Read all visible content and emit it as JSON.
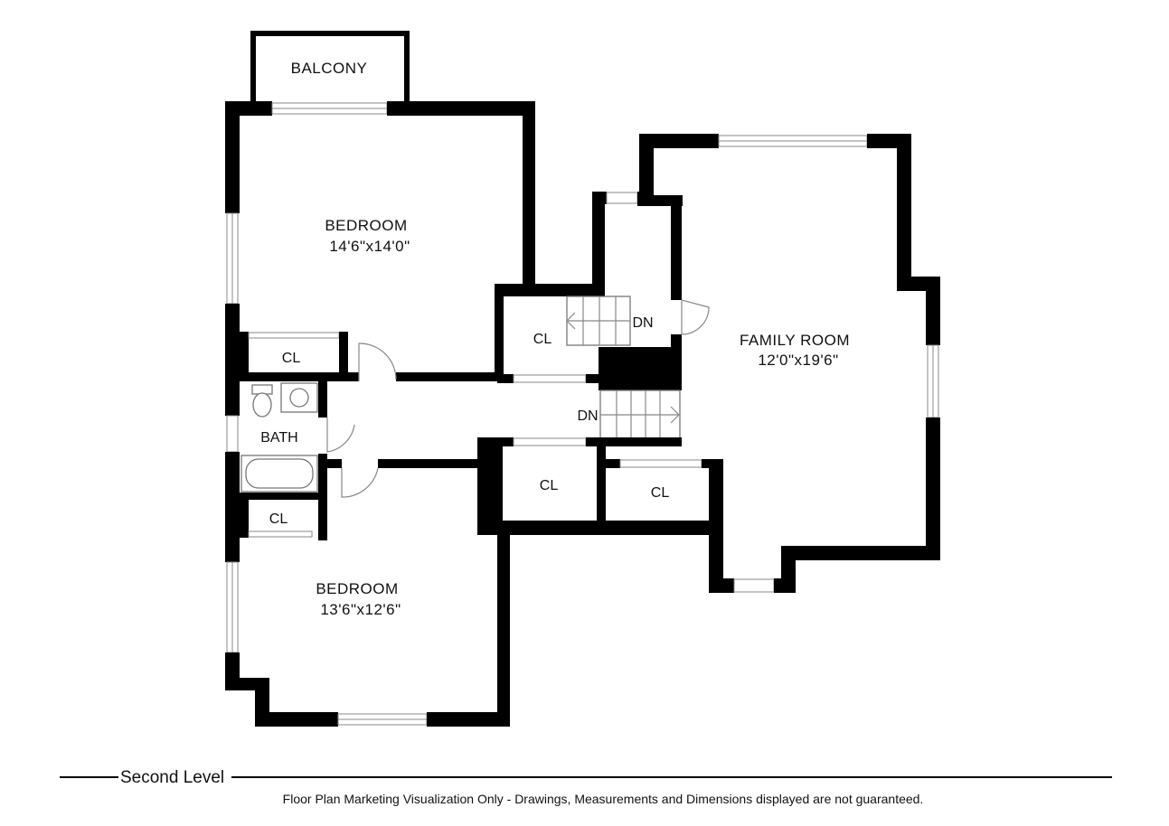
{
  "rooms": {
    "balcony": {
      "name": "BALCONY"
    },
    "bedroom_top": {
      "name": "BEDROOM",
      "size": "14'6\"x14'0\""
    },
    "bedroom_bottom": {
      "name": "BEDROOM",
      "size": "13'6\"x12'6\""
    },
    "family_room": {
      "name": "FAMILY ROOM",
      "size": "12'0\"x19'6\""
    },
    "bath": {
      "name": "BATH"
    },
    "closet_bed1": {
      "name": "CL"
    },
    "closet_stair": {
      "name": "CL"
    },
    "closet_hall_left": {
      "name": "CL"
    },
    "closet_hall_right": {
      "name": "CL"
    },
    "closet_bed2": {
      "name": "CL"
    }
  },
  "stairs": {
    "upper_label": "DN",
    "lower_label": "DN"
  },
  "footer": {
    "level_title": "Second Level",
    "disclaimer": "Floor Plan Marketing Visualization Only - Drawings, Measurements and Dimensions displayed are not guaranteed."
  },
  "colors": {
    "wall": "#000000",
    "background": "#ffffff",
    "fixture": "#777777"
  }
}
